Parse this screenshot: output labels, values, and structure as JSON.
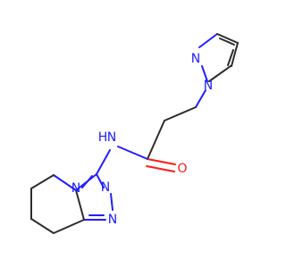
{
  "molecule": {
    "labels": {
      "pyrazole_n2": "N",
      "pyrazole_n1": "N",
      "amide_n": "N",
      "amide_h": "H",
      "amide_o": "O",
      "triazole_n4": "N",
      "triazole_n1": "N",
      "triazole_n2": "N"
    }
  }
}
